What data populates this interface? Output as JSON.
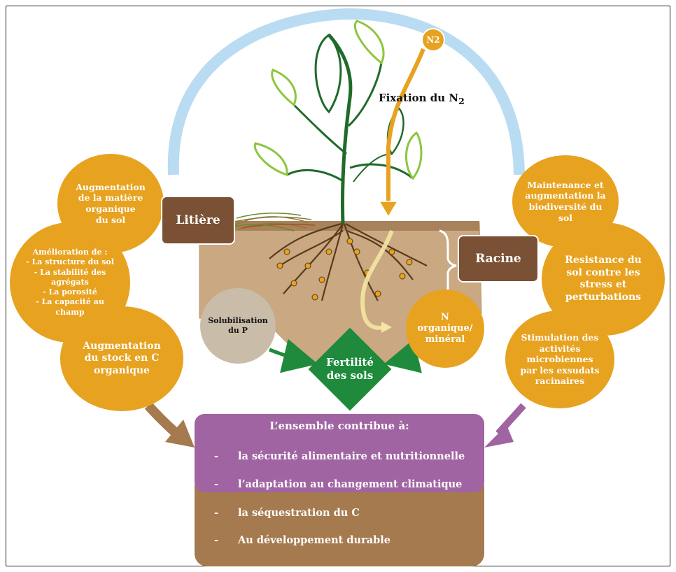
{
  "top": {
    "n2_badge": "N2",
    "fixation_label": "Fixation du N",
    "fixation_sub": "2"
  },
  "labels": {
    "litiere": "Litière",
    "racine": "Racine"
  },
  "left_circles": [
    "Augmentation de la matière organique du sol",
    "Amélioration de : - La structure du sol - La stabilité des agrégats - La porosité - La capacité au champ",
    "Augmentation du stock en C organique"
  ],
  "left_circle_lines": {
    "c1": [
      "Augmentation",
      "de la matière",
      "organique",
      "du sol"
    ],
    "c2": [
      "Amélioration de :",
      "- La structure du sol",
      "- La stabilité des",
      "agrégats",
      "- La porosité",
      "- La capacité au",
      "champ"
    ],
    "c3": [
      "Augmentation",
      "du stock en C",
      "organique"
    ]
  },
  "right_circle_lines": {
    "c1": [
      "Maintenance et",
      "augmentation la",
      "biodiversité du",
      "sol"
    ],
    "c2": [
      "Resistance du",
      "sol contre les",
      "stress et",
      "perturbations"
    ],
    "c3": [
      "Stimulation des",
      "activités",
      "microbiennes",
      "par les exsudats",
      "racinaires"
    ]
  },
  "center": {
    "solubilisation": [
      "Solubilisation",
      "du P"
    ],
    "n_organique": [
      "N",
      "organique/",
      "minéral"
    ],
    "fertilite": [
      "Fertilité",
      "des sols"
    ]
  },
  "summary": {
    "title": "L’ensemble contribue à:",
    "items": [
      "la sécurité alimentaire et nutritionnelle",
      "l’adaptation au changement climatique",
      "la séquestration du C",
      "Au développement durable"
    ],
    "dash": "-"
  },
  "colors": {
    "orange": "#e7a21f",
    "brown_label": "#7b5135",
    "green": "#1f8a3c",
    "purple": "#a064a2",
    "brown_box": "#a57a4e",
    "arc_blue": "#b9dcf2",
    "soil": "#c9a882"
  }
}
